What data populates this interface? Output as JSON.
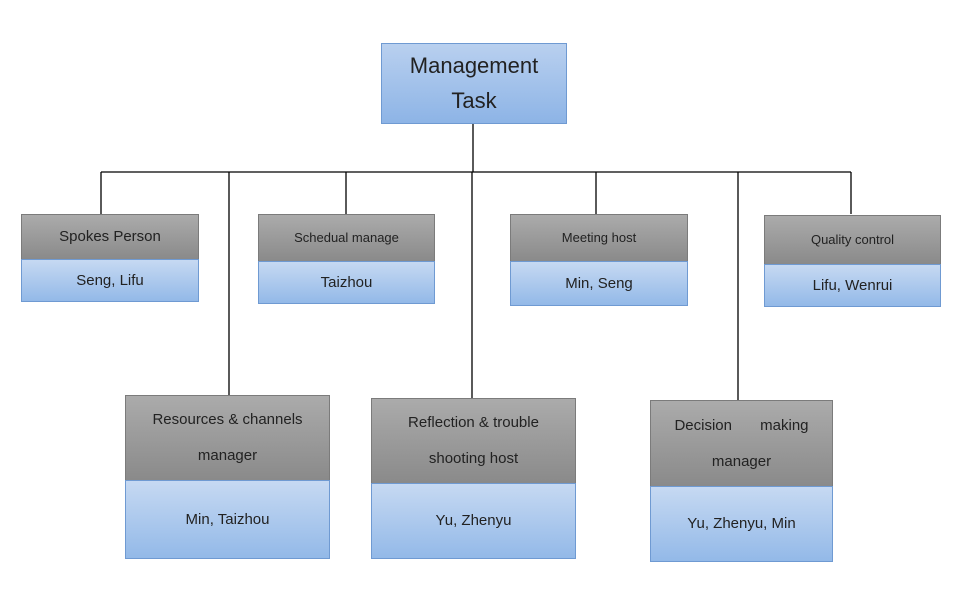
{
  "root": {
    "title": "Management Task"
  },
  "roles": [
    {
      "role": "Spokes Person",
      "people": "Seng, Lifu"
    },
    {
      "role": "Schedual manage",
      "people": "Taizhou"
    },
    {
      "role": "Meeting host",
      "people": "Min, Seng"
    },
    {
      "role": "Quality control",
      "people": "Lifu, Wenrui"
    },
    {
      "role": "Resources & channels manager",
      "people": "Min, Taizhou"
    },
    {
      "role": "Reflection & trouble shooting host",
      "people": "Yu, Zhenyu"
    },
    {
      "role": "Decision making manager",
      "people": "Yu, Zhenyu, Min"
    }
  ]
}
